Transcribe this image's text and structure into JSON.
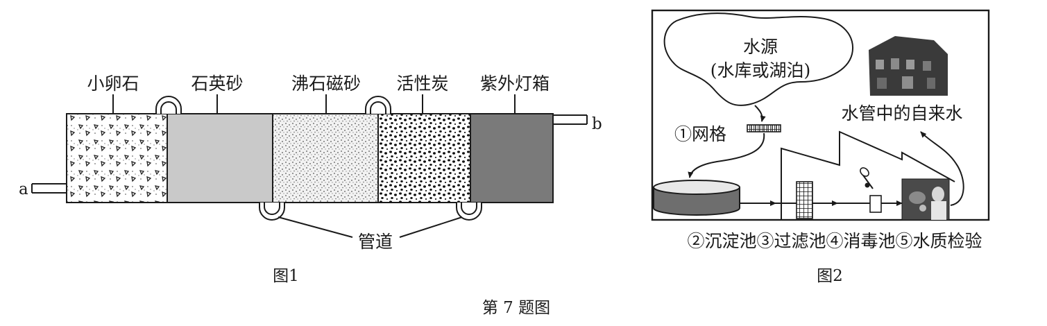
{
  "figure1": {
    "labels": {
      "pebbles": "小卵石",
      "quartz_sand": "石英砂",
      "zeolite_magnetite": "沸石磁砂",
      "activated_carbon": "活性炭",
      "uv_box": "紫外灯箱"
    },
    "inlet": "a",
    "outlet": "b",
    "pipe_label": "管道",
    "caption": "图1"
  },
  "figure2": {
    "source_line1": "水源",
    "source_line2": "(水库或湖泊)",
    "grid_label": "①网格",
    "tap_water_label": "水管中的自来水",
    "steps_label": "②沉淀池③过滤池④消毒池⑤水质检验",
    "caption": "图2"
  },
  "figure_caption": "第 7 题图"
}
